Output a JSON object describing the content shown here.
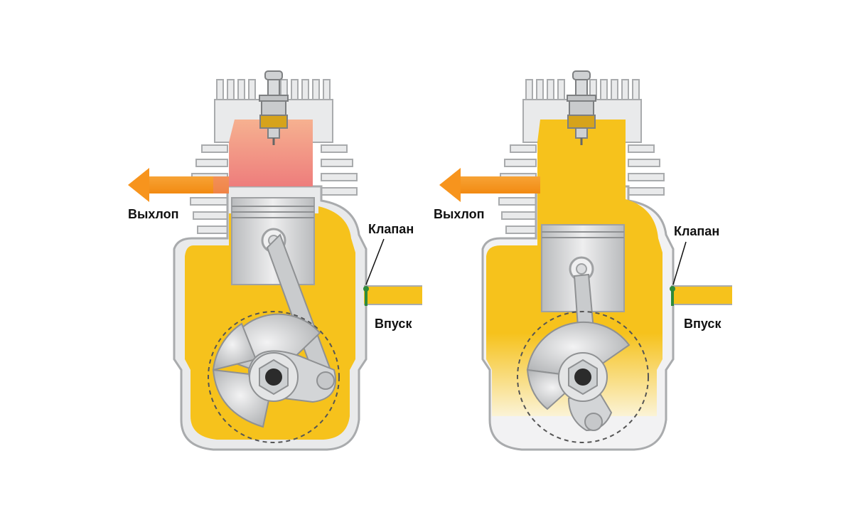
{
  "colors": {
    "housing_outline": "#a9abad",
    "housing_light": "#e4e5e6",
    "fuel_mixture": "#f6c21c",
    "combustion": "#f08878",
    "exhaust_arrow": "#f7941d",
    "piston": "#d2d4d6",
    "valve": "#2e8b3a"
  },
  "left_engine": {
    "exhaust_label": "Выхлоп",
    "valve_label": "Клапан",
    "intake_label": "Впуск",
    "spark_plug_icon": "spark-plug-icon"
  },
  "right_engine": {
    "exhaust_label": "Выхлоп",
    "valve_label": "Клапан",
    "intake_label": "Впуск",
    "spark_plug_icon": "spark-plug-icon"
  }
}
